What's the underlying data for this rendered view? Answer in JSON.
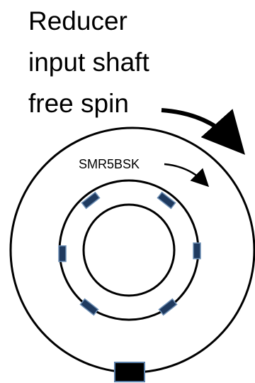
{
  "caption": {
    "lines": [
      "Reducer",
      "input shaft",
      "free spin"
    ]
  },
  "label": {
    "text": "SMR5BSK"
  },
  "colors": {
    "stroke": "#000000",
    "bearing_fill": "#1f3a5f",
    "bearing_edge": "#6d8fb5",
    "block_fill": "#000000",
    "block_edge": "#5a7fa8"
  }
}
